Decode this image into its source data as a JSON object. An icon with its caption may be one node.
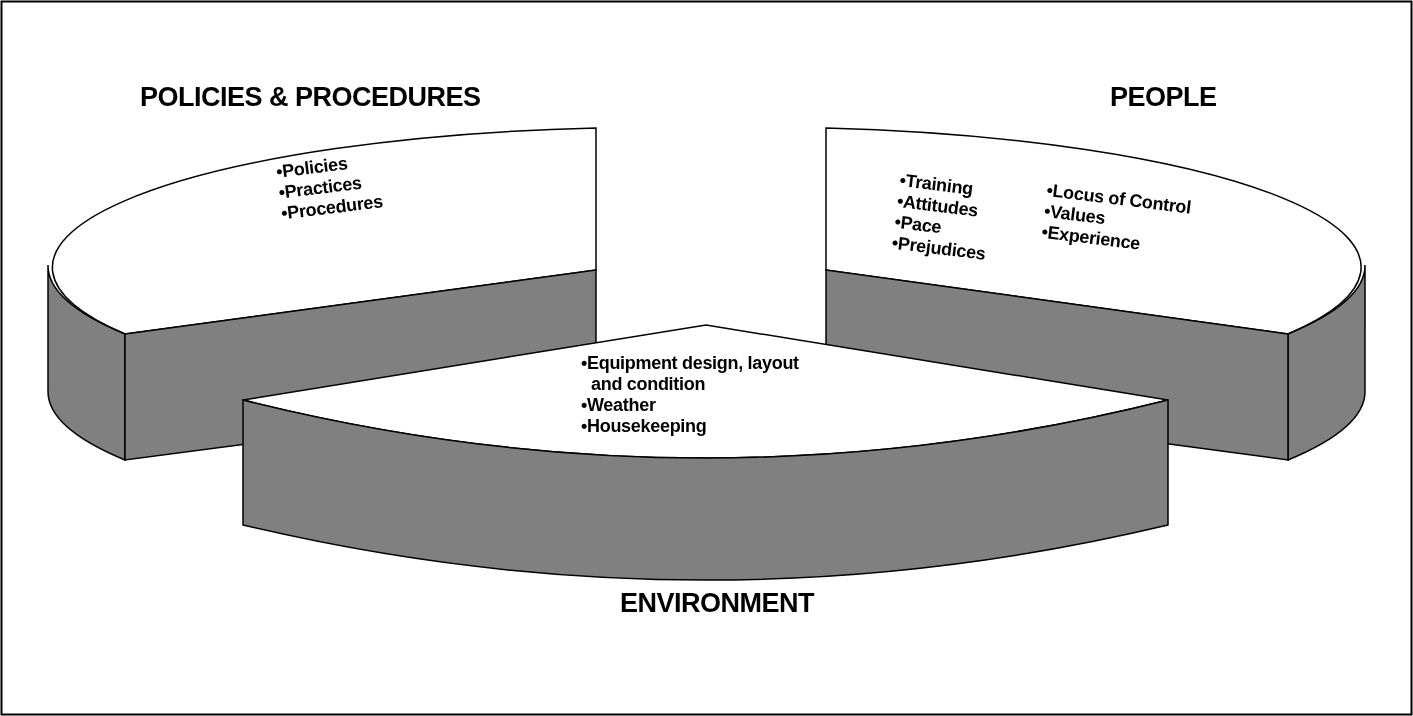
{
  "diagram": {
    "nodes": [
      {
        "text": [
          "POLICIES & PROCEDURES",
          "•Policies",
          "•Practices",
          "•Procedures"
        ]
      },
      {
        "text": [
          "PEOPLE",
          "•Training",
          "•Attitudes",
          "•Pace",
          "•Prejudices",
          "•Locus of Control",
          "•Values",
          "•Experience"
        ]
      },
      {
        "text": [
          "•Equipment design, layout and condition",
          "•Weather",
          "•Housekeeping",
          "ENVIRONMENT"
        ]
      }
    ],
    "edges": []
  }
}
